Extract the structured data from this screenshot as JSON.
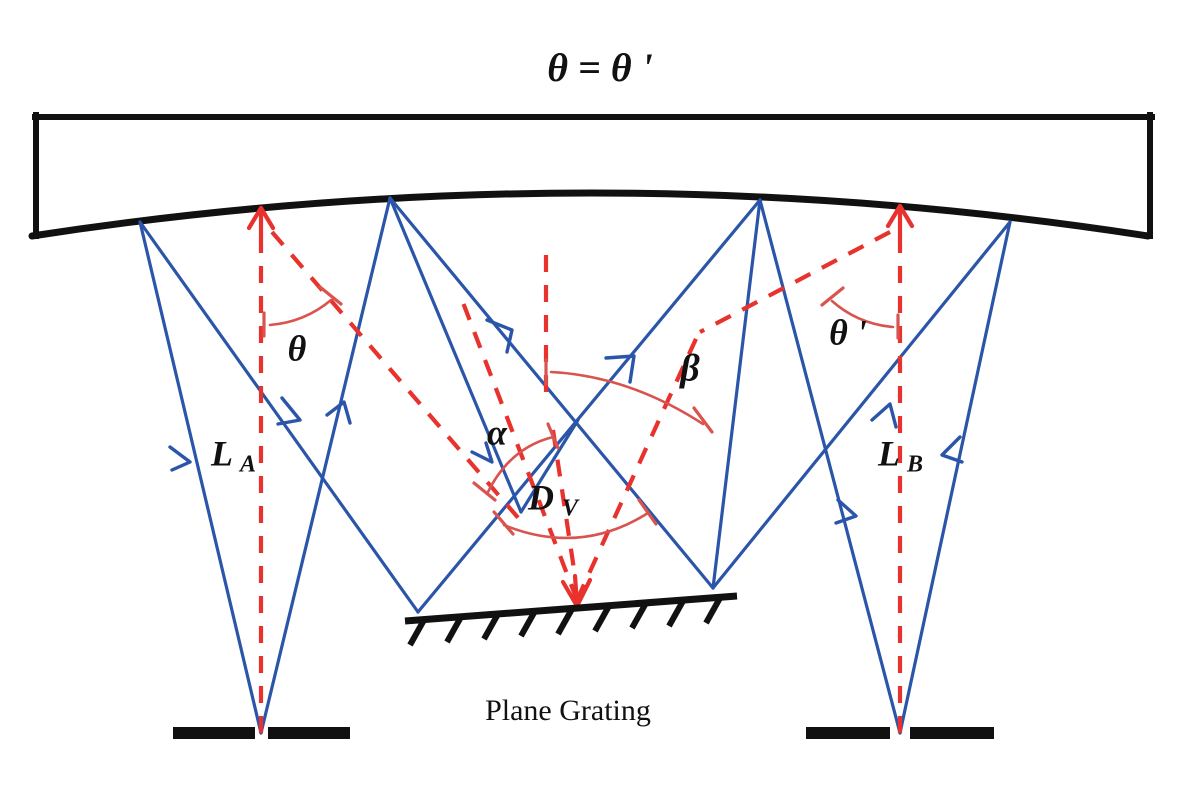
{
  "figure": {
    "title": "θ = θ '",
    "caption": "Plane Grating",
    "labels": {
      "theta": "θ",
      "theta_prime": "θ '",
      "alpha": "α",
      "beta": "β",
      "deviation": "D",
      "deviation_sub": "V",
      "lens_a": "L",
      "lens_a_sub": "A",
      "lens_b": "L",
      "lens_b_sub": "B"
    },
    "colors": {
      "ray": "#2a55a8",
      "normal": "#e8322d",
      "arc": "#d9534f",
      "structure": "#111111",
      "background": "#ffffff"
    },
    "components": {
      "mirror": "concave-mirror-arc",
      "mirror_frame": "mirror-mount-frame",
      "grating": "plane-grating",
      "slit_left": "entrance-slit",
      "slit_right": "exit-slit",
      "normals": "dashed-surface-normals",
      "rays": "blue-light-rays"
    }
  }
}
